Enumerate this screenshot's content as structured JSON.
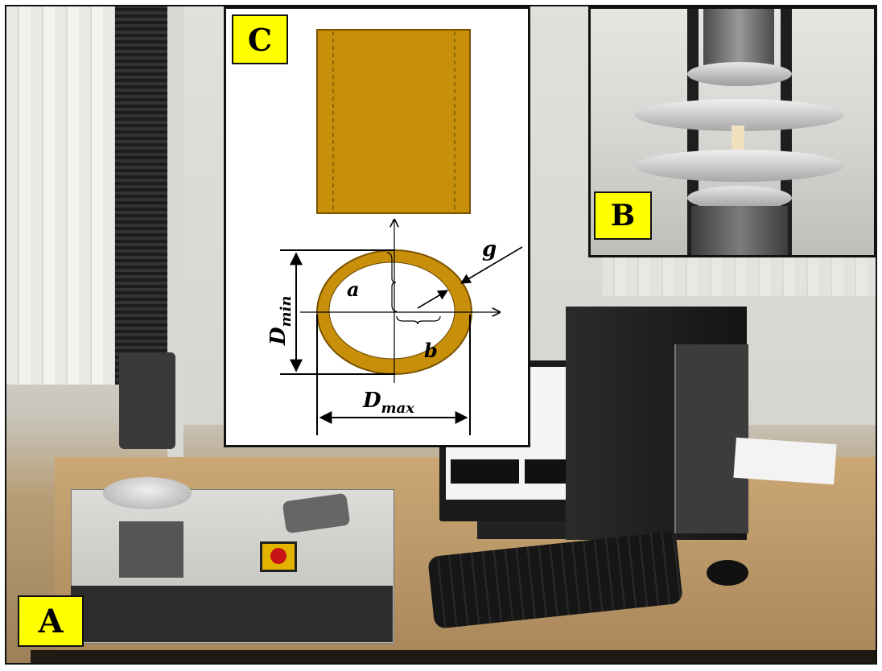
{
  "panels": {
    "a": {
      "label": "A"
    },
    "b": {
      "label": "B"
    },
    "c": {
      "label": "C",
      "symbols": {
        "g": "g",
        "a": "a",
        "b": "b",
        "d_min_base": "D",
        "d_min_sub": "min",
        "d_max_base": "D",
        "d_max_sub": "max"
      }
    }
  },
  "colors": {
    "label_fill": "#ffff00",
    "tube_fill": "#c8900a",
    "tube_stroke": "#7a5200"
  }
}
